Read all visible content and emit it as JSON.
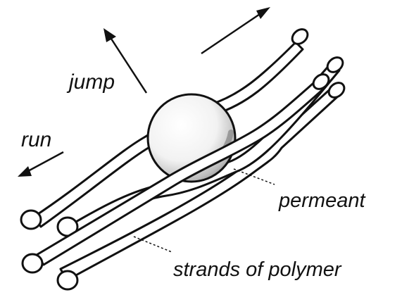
{
  "labels": {
    "jump": "jump",
    "run": "run",
    "permeant": "permeant",
    "strands": "strands of polymer"
  },
  "colors": {
    "ink": "#111111",
    "background": "#ffffff",
    "sphere_shade": "#9a9a9a"
  }
}
